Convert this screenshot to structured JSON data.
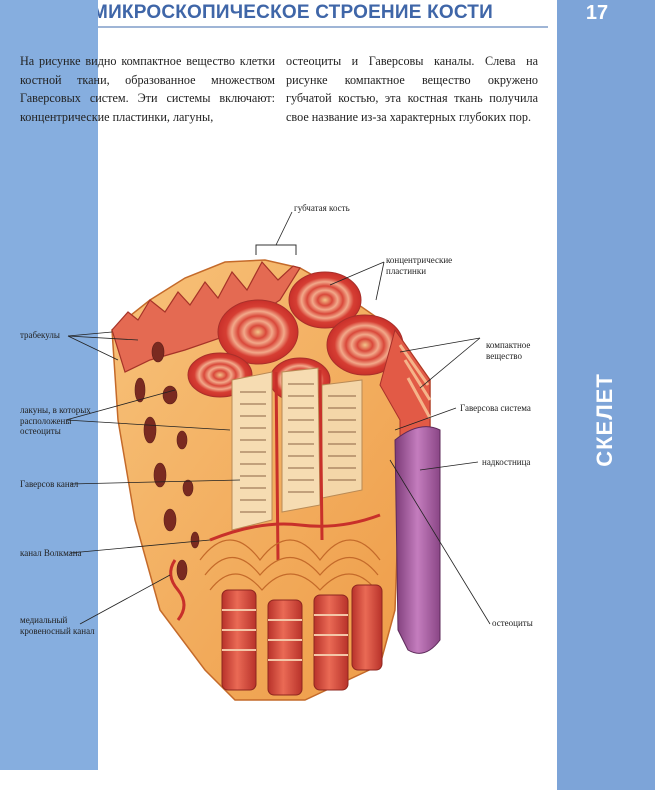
{
  "header": {
    "title": "МИКРОСКОПИЧЕСКОЕ СТРОЕНИЕ КОСТИ",
    "page_number": "17"
  },
  "side_tab": {
    "label": "СКЕЛЕТ"
  },
  "body_text": {
    "col1": "На рисунке видно компактное вещество клетки костной ткани, образованное множеством Гаверсовых систем. Эти системы включают: концентрические пластинки, лагуны,",
    "col2": "остеоциты и Гаверсовы каналы. Слева на рисунке компактное вещество окружено губчатой костью, эта костная ткань получила свое название из-за характерных глубоких пор."
  },
  "figure_labels": {
    "spongy_bone": "губчатая кость",
    "concentric_lamellae": "концентрические пластинки",
    "trabeculae": "трабекулы",
    "compact_bone": "компактное вещество",
    "lacunae": "лакуны, в которых расположены остеоциты",
    "haversian_system": "Гаверсова система",
    "periosteum": "надкостница",
    "haversian_canal": "Гаверсов канал",
    "volkmann_canal": "канал Волкмана",
    "medial_canal": "медиальный кровеносный канал",
    "osteocytes": "остеоциты"
  },
  "colors": {
    "header_text": "#3f66a8",
    "side_tab": "#86aedf",
    "bone_orange": "#f0a94e",
    "bone_red": "#d9483a",
    "periosteum": "#a45a9e"
  }
}
